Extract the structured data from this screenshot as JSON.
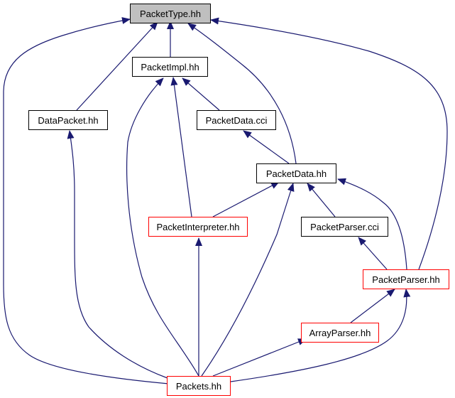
{
  "colors": {
    "edge": "#191970",
    "node_border": "#000000",
    "node_border_incomplete": "#ff0000",
    "current_node_fill": "#bfbfbf"
  },
  "nodes": {
    "packet_type": "PacketType.hh",
    "packet_impl": "PacketImpl.hh",
    "data_packet": "DataPacket.hh",
    "packet_data_cci": "PacketData.cci",
    "packet_data": "PacketData.hh",
    "packet_interpreter": "PacketInterpreter.hh",
    "packet_parser_cci": "PacketParser.cci",
    "packet_parser": "PacketParser.hh",
    "array_parser": "ArrayParser.hh",
    "packets": "Packets.hh"
  },
  "edges": [
    {
      "from": "packet_impl",
      "to": "packet_type"
    },
    {
      "from": "data_packet",
      "to": "packet_type"
    },
    {
      "from": "packets",
      "to": "packet_type"
    },
    {
      "from": "packet_data",
      "to": "packet_type"
    },
    {
      "from": "packet_parser",
      "to": "packet_type"
    },
    {
      "from": "packet_data_cci",
      "to": "packet_impl"
    },
    {
      "from": "packet_interpreter",
      "to": "packet_impl"
    },
    {
      "from": "packets",
      "to": "packet_impl"
    },
    {
      "from": "packets",
      "to": "data_packet"
    },
    {
      "from": "packet_data",
      "to": "packet_data_cci"
    },
    {
      "from": "packet_interpreter",
      "to": "packet_data"
    },
    {
      "from": "packets",
      "to": "packet_data"
    },
    {
      "from": "packet_parser_cci",
      "to": "packet_data"
    },
    {
      "from": "packet_parser",
      "to": "packet_data"
    },
    {
      "from": "packets",
      "to": "packet_interpreter"
    },
    {
      "from": "packet_parser",
      "to": "packet_parser_cci"
    },
    {
      "from": "array_parser",
      "to": "packet_parser"
    },
    {
      "from": "packets",
      "to": "packet_parser"
    },
    {
      "from": "packets",
      "to": "array_parser"
    }
  ]
}
